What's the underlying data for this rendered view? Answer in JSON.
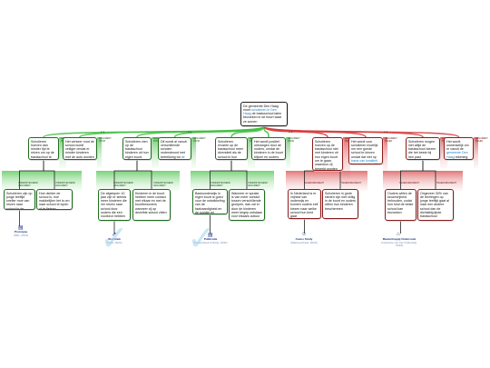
{
  "root": {
    "pre": "De gemeente Den Haag moet ",
    "hl": "scholieren in Den Haag",
    "post": " de basisschool laten bezoeken in de buurt waar ze wonen"
  },
  "arguments": [
    {
      "id": "A1",
      "side": "pro",
      "pre": "Scholieren hoeven dan minder tijd te reizen om op de basisschool te komen, wat ten koste gaat van de kinderen",
      "hl": "",
      "post": "",
      "children": [
        {
          "id": "A1a",
          "side": "pro",
          "text": "Scholieren zijn op jonge leeftijd sneller moe van reizen naar school in de ochtend",
          "source": {
            "icon": "document",
            "title": "Prototype",
            "cite": "(Hills, 2021)"
          }
        },
        {
          "id": "A1b",
          "side": "pro",
          "text": "Hoe dichter de school is, hoe makkelijker het is om naar school te lopen of te fietsen",
          "source": null
        }
      ]
    },
    {
      "id": "A2",
      "side": "pro",
      "pre": "Het verkeer rond de school wordt veiliger omdat er minder kinderen met de auto worden gebracht door de ",
      "hl": "gemeente Den Haag",
      "post": " ingezet",
      "children": []
    },
    {
      "id": "A3",
      "side": "pro",
      "pre": "Scholieren zien op de basisschool kinderen uit hun eigen buurt, waardoor ze vriendschappen opbouwen in de buurt",
      "hl": "",
      "post": "",
      "children": [
        {
          "id": "A3a",
          "side": "pro",
          "text": "De afgelopen 10 jaar zijn er steeds meer kinderen die ver reizen naar school door ouders die een voorkeur hebben voor scholen in andere wijken",
          "source": {
            "icon": "chart",
            "title": "Statistiek",
            "cite": "(CBS, 2021)"
          }
        },
        {
          "id": "A3b",
          "side": "pro",
          "text": "Kinderen in de buurt hebben meer contact met elkaar en met de buurtbewoners wanneer zij op dezelfde school zitten",
          "source": null
        }
      ]
    },
    {
      "id": "A4",
      "side": "pro",
      "pre": "Dit wordt al vanuit verschillende scholen ondersteund met betrekking tot ",
      "hl": "de gemeente Den Haag",
      "post": " onderzoeken",
      "children": []
    },
    {
      "id": "A5",
      "side": "pro",
      "pre": "Scholieren ervaren op de basisschool meer diversiteit als de school in hun eigen buurt ligt, wat de cognitieve ontwikkeling van de kinderen ten goede komt",
      "hl": "",
      "post": "",
      "children": [
        {
          "id": "A5a",
          "side": "pro",
          "text": "Basisonderwijs in eigen buurt is goed voor de ontwikkeling van de taalvaardigheid en de sociale en emotionele ontwikkeling",
          "source": {
            "icon": "document",
            "title": "Publicatie",
            "cite": "(Oosterbeek & Ruijs, 2011)"
          }
        },
        {
          "id": "A5b",
          "side": "pro",
          "text": "Wanneer er sprake is van meer contact tussen verschillende groepen, dan zal er door de kinderen meer begrip ontstaan voor elkaars cultuur",
          "source": null
        }
      ]
    },
    {
      "id": "A6",
      "side": "pro",
      "pre": "Het wordt positief ontvangen door de ouders, omdat de kinderen in de buurt blijven en ouders elkaar leren kennen in ",
      "hl": "de gemeente Den Haag",
      "post": "",
      "children": []
    },
    {
      "id": "A7",
      "side": "con",
      "pre": "Scholieren hoeven op de basisschool niet met kinderen uit hun eigen buurt om te gaan, waardoor zij beperkt worden in hun keuzevrijheid",
      "hl": "",
      "post": "",
      "children": [
        {
          "id": "A7a",
          "side": "con",
          "text": "In Nederland is er vrijheid van onderwijs en kunnen ouders zelf kiezen naar welke school hun kind gaat",
          "source": {
            "icon": "person",
            "title": "Casus Study",
            "cite": "(Rijksoverheid, 2020)"
          }
        },
        {
          "id": "A7b",
          "side": "con",
          "text": "Scholieren in grote steden zijn niet veilig in de buurt en ouders willen hun kinderen beschermen",
          "source": null
        }
      ]
    },
    {
      "id": "A8",
      "side": "con",
      "pre": "Het wordt voor scholieren moeilijk om een goede school te kiezen omdat dat niet op ",
      "hl": "basis van kwaliteit",
      "post": " is, maar op de wijk waar ze wonen in de gemeente Den Haag",
      "children": []
    },
    {
      "id": "A9",
      "side": "con",
      "pre": "Scholieren mogen niet altijd de basisschool kiezen die het beste bij hen past",
      "hl": "",
      "post": "",
      "children": [
        {
          "id": "A9a",
          "side": "con",
          "text": "Ouders willen de keuzevrijheid behouden, zodat hun kind de beste school kan bezoeken",
          "source": {
            "icon": "school",
            "title": "Maatschappij Onderzoek",
            "cite": "(Inspectie van het Onderwijs, 2019)"
          }
        },
        {
          "id": "A9b",
          "side": "con",
          "text": "Ongeveer 30% van de leerlingen op jonge leeftijd gaat al naar een andere school dan de dichtstbijzijnde basisschool",
          "source": null
        }
      ]
    },
    {
      "id": "A10",
      "side": "con",
      "pre": "Het wordt onwenselijk om er vanuit de ",
      "hl": "gemeente Den Haag",
      "post": " rekening mee te houden",
      "children": []
    }
  ],
  "tags": {
    "pro": "ARGUMENT VOOR",
    "con": "ARGUMENT TEGEN",
    "support": "ONDERSTEUNEND ARGUMENT",
    "oppose": "TEGENARGUMENT"
  },
  "colors": {
    "pro": "#3fbf3f",
    "pro_light": "#dff6df",
    "con": "#d63c3c",
    "con_light": "#fbe3e3",
    "source": "#1b3a8f",
    "highlight": "#1b7fc0",
    "checkmark": "#a9d7ee"
  }
}
